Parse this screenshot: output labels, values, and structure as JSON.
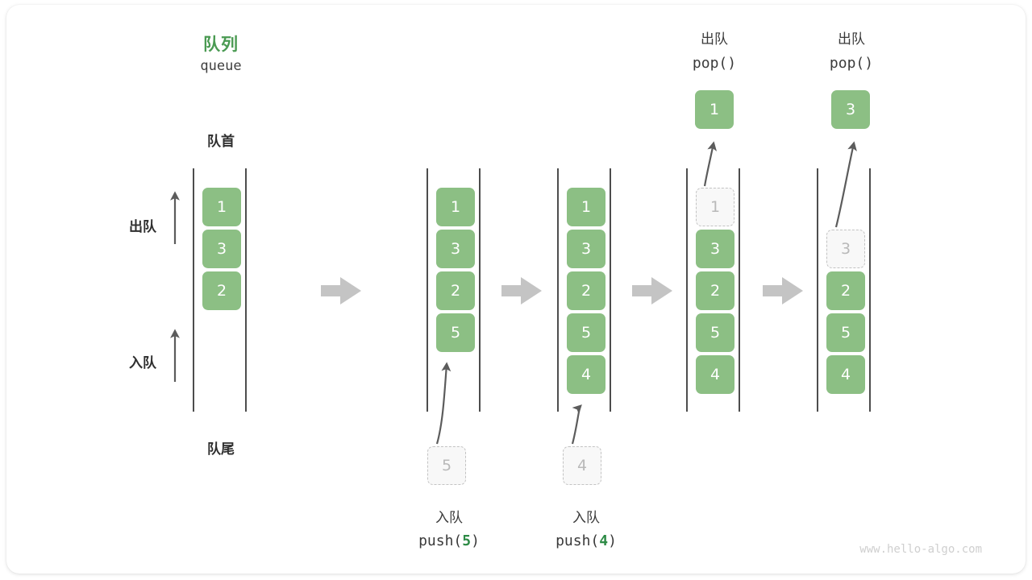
{
  "diagram": {
    "title_zh": "队列",
    "title_en": "queue",
    "head_label": "队首",
    "tail_label": "队尾",
    "dequeue_label": "出队",
    "enqueue_label": "入队",
    "watermark": "www.hello-algo.com",
    "accent_color": "#4a9a52",
    "cell_color": "#8cbf84",
    "ghost_color": "#f8f8f8",
    "arrow_color": "#c4c4c4"
  },
  "panels": [
    {
      "id": "panel-initial",
      "cells": [
        {
          "value": "1",
          "ghost": false
        },
        {
          "value": "3",
          "ghost": false
        },
        {
          "value": "2",
          "ghost": false
        }
      ]
    },
    {
      "id": "panel-push-5",
      "cells": [
        {
          "value": "1",
          "ghost": false
        },
        {
          "value": "3",
          "ghost": false
        },
        {
          "value": "2",
          "ghost": false
        },
        {
          "value": "5",
          "ghost": false
        }
      ],
      "incoming": {
        "value": "5",
        "ghost": true
      },
      "caption_zh": "入队",
      "caption_code_prefix": "push(",
      "caption_code_arg": "5",
      "caption_code_suffix": ")"
    },
    {
      "id": "panel-push-4",
      "cells": [
        {
          "value": "1",
          "ghost": false
        },
        {
          "value": "3",
          "ghost": false
        },
        {
          "value": "2",
          "ghost": false
        },
        {
          "value": "5",
          "ghost": false
        },
        {
          "value": "4",
          "ghost": false
        }
      ],
      "incoming": {
        "value": "4",
        "ghost": true
      },
      "caption_zh": "入队",
      "caption_code_prefix": "push(",
      "caption_code_arg": "4",
      "caption_code_suffix": ")"
    },
    {
      "id": "panel-pop-1",
      "cells": [
        {
          "value": "1",
          "ghost": true
        },
        {
          "value": "3",
          "ghost": false
        },
        {
          "value": "2",
          "ghost": false
        },
        {
          "value": "5",
          "ghost": false
        },
        {
          "value": "4",
          "ghost": false
        }
      ],
      "outgoing": {
        "value": "1",
        "ghost": false
      },
      "caption_zh": "出队",
      "caption_code": "pop()"
    },
    {
      "id": "panel-pop-3",
      "cells": [
        {
          "value": "3",
          "ghost": true
        },
        {
          "value": "2",
          "ghost": false
        },
        {
          "value": "5",
          "ghost": false
        },
        {
          "value": "4",
          "ghost": false
        }
      ],
      "outgoing": {
        "value": "3",
        "ghost": false
      },
      "caption_zh": "出队",
      "caption_code": "pop()"
    }
  ]
}
